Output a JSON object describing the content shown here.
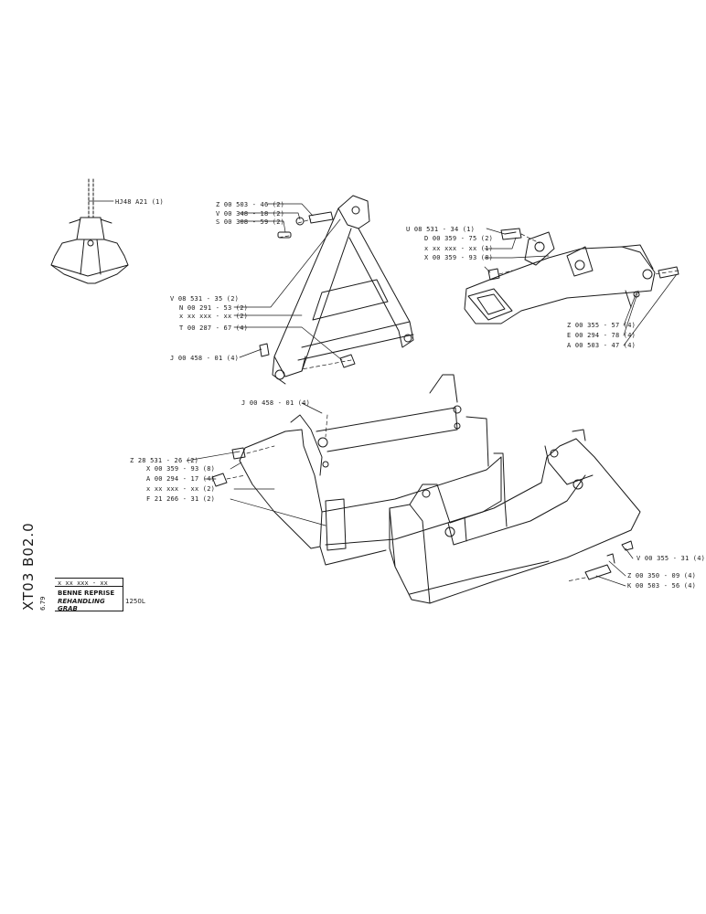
{
  "sheet": {
    "code": "XT03 B02.0",
    "date": "6.79",
    "ref_number": "x xx xxx - xx",
    "title_fr": "BENNE REPRISE",
    "title_en": "REHANDLING GRAB",
    "capacity": "1250L"
  },
  "callouts": {
    "hj48": "HJ48  A21  (1)",
    "z503_46": "Z 00 503 - 46 (2)",
    "v348_18": "V 00 348 - 18 (2)",
    "s308_59": "S 00 308 - 59 (2)",
    "v08_531_35": "V 08 531 - 35 (2)",
    "n291_53": "N 00 291 - 53 (2)",
    "xx_a": "x  xx  xxx - xx (2)",
    "t287_67": "T 00 287 - 67 (4)",
    "j458_01_a": "J 00 458 - 01 (4)",
    "u08_531_34": "U 08 531 - 34 (1)",
    "d359_75": "D 00 359 - 75 (2)",
    "xx_b": "x  xx  xxx - xx (1)",
    "x359_93_a": "X 00 359 - 93 (8)",
    "z355_57": "Z 00 355 - 57 (4)",
    "e294_78": "E 00 294 - 78 (4)",
    "a503_47": "A 00 503 - 47 (4)",
    "j458_01_b": "J 00 458 - 01 (4)",
    "z28_531_26": "Z 28 531 - 26 (2)",
    "x359_93_b": "X 00 359 - 93 (8)",
    "a294_17": "A 00 294 - 17 (4)",
    "xx_c": "x  xx  xxx - xx (2)",
    "f21_266_31": "F 21 266 - 31 (2)",
    "v355_31": "V 00 355 - 31 (4)",
    "z350_09": "Z 00 350 - 09 (4)",
    "k503_56": "K 00 503 - 56 (4)"
  }
}
